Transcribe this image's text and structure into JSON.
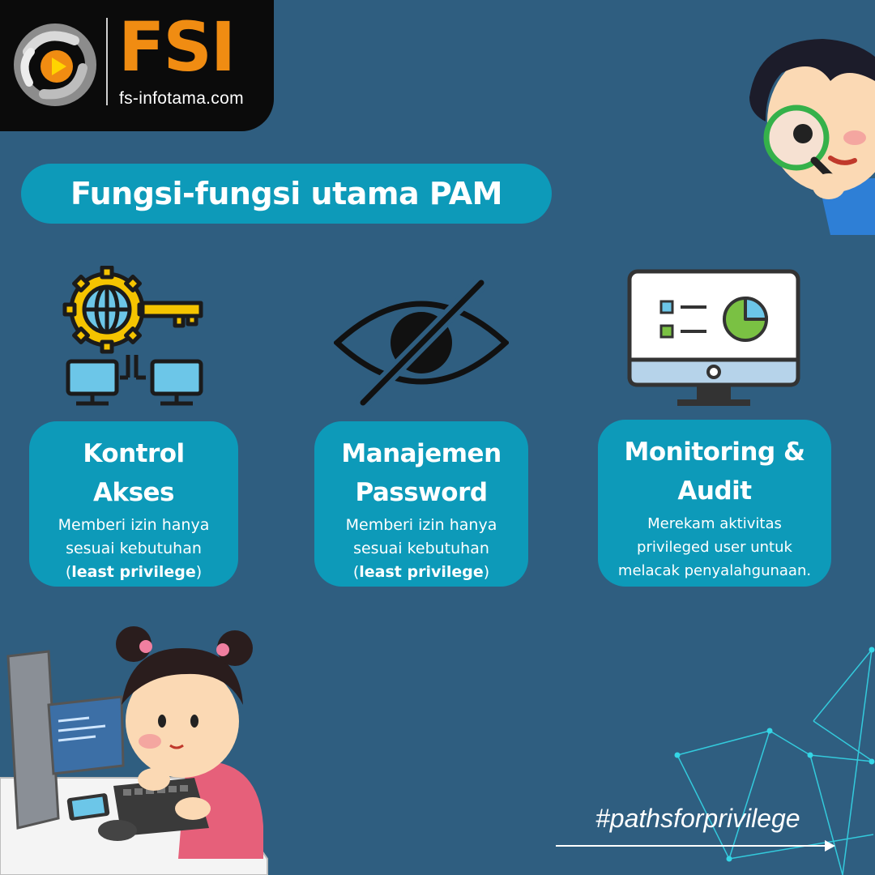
{
  "brand": {
    "logo_text": "FSI",
    "url": "fs-infotama.com"
  },
  "title": "Fungsi-fungsi utama PAM",
  "cards": [
    {
      "title_line1": "Kontrol",
      "title_line2": "Akses",
      "desc_line1": "Memberi izin hanya",
      "desc_line2": "sesuai kebutuhan",
      "desc_open": "(",
      "desc_bold": "least privilege",
      "desc_close": ")",
      "icon": "access-control-icon"
    },
    {
      "title_line1": "Manajemen",
      "title_line2": "Password",
      "desc_line1": "Memberi izin hanya",
      "desc_line2": "sesuai kebutuhan",
      "desc_open": "(",
      "desc_bold": "least privilege",
      "desc_close": ")",
      "icon": "eye-slash-icon"
    },
    {
      "title_line1": "Monitoring &",
      "title_line2": "Audit",
      "desc_line1": "Merekam aktivitas",
      "desc_line2": "privileged user untuk",
      "desc_line3": "melacak penyalahgunaan.",
      "icon": "monitor-chart-icon"
    }
  ],
  "hashtag": "#pathsforprivilege",
  "colors": {
    "background": "#2f5e80",
    "accent": "#0d9ab9",
    "brand_orange": "#f08c12",
    "network_lines": "#34d6e6"
  }
}
